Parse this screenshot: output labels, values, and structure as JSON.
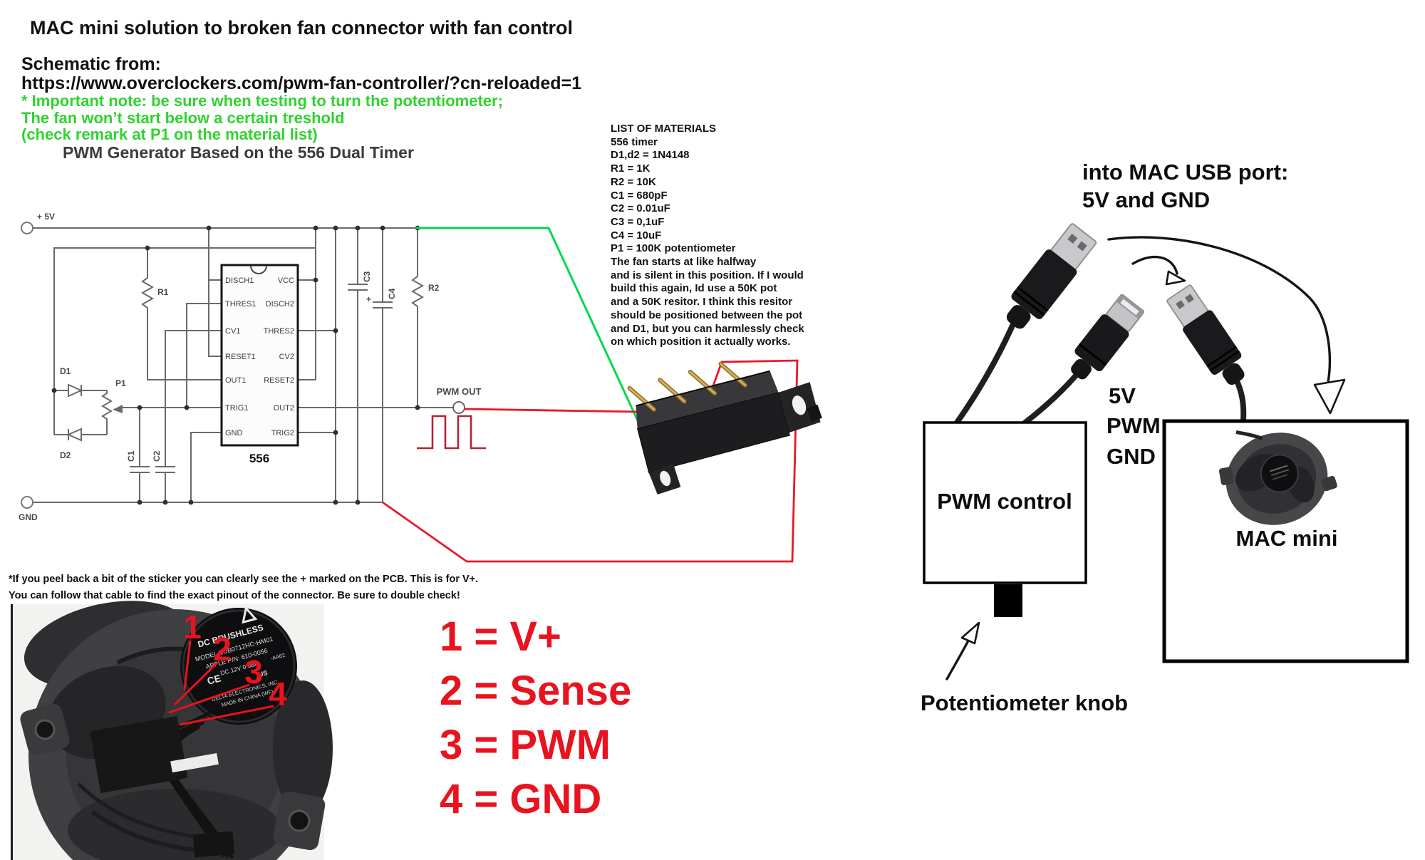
{
  "title": "MAC mini solution to broken fan connector with fan control",
  "source": {
    "label": "Schematic from:",
    "url": "https://www.overclockers.com/pwm-fan-controller/?cn-reloaded=1"
  },
  "note": {
    "color": "#2fd32f",
    "lines": [
      "* Important note: be sure when testing to turn the potentiometer;",
      "The fan won’t start below a certain treshold",
      "(check remark at P1 on the material list)"
    ]
  },
  "schematic": {
    "title": "PWM Generator Based on the 556 Dual Timer",
    "chip": {
      "name": "556",
      "left_pins": [
        "DISCH1",
        "THRES1",
        "CV1",
        "RESET1",
        "OUT1",
        "TRIG1",
        "GND"
      ],
      "right_pins": [
        "VCC",
        "DISCH2",
        "THRES2",
        "CV2",
        "RESET2",
        "OUT2",
        "TRIG2"
      ]
    },
    "labels": {
      "vcc": "+ 5V",
      "gnd": "GND",
      "r1": "R1",
      "r2": "R2",
      "c1": "C1",
      "c2": "C2",
      "c3": "C3",
      "c4": "C4",
      "d1": "D1",
      "d2": "D2",
      "p1": "P1",
      "plus": "+",
      "pwm_out": "PWM OUT"
    }
  },
  "materials": {
    "lines": [
      "LIST OF MATERIALS",
      "556 timer",
      "D1,d2 = 1N4148",
      "R1 = 1K",
      "R2 = 10K",
      "C1 = 680pF",
      "C2 = 0.01uF",
      "C3 = 0,1uF",
      "C4 = 10uF",
      "P1 = 100K potentiometer",
      "The fan starts at like halfway",
      "and is silent in this position. If I would",
      "build this again, Id use a 50K pot",
      "and a 50K resitor. I think this resitor",
      "should be positioned between the pot",
      "and D1, but you can harmlessly check",
      "on which position it actually works."
    ]
  },
  "usb_diagram": {
    "heading_line1": "into MAC USB port:",
    "heading_line2": "5V and GND",
    "signal_5v": "5V",
    "signal_pwm": "PWM",
    "signal_gnd": "GND",
    "pwm_box_label": "PWM control",
    "mac_box_label": "MAC mini",
    "knob_label": "Potentiometer knob"
  },
  "fan_photo": {
    "footnote_line1": "*If you peel back a bit of the sticker you can clearly see the + marked on the PCB. This is for V+.",
    "footnote_line2": "You can follow that cable to find the exact pinout of the connector. Be sure to double check!",
    "sticker": {
      "line1": "DC  BRUSHLESS",
      "line2": "MODEL BUB0712HC-HM01",
      "line3": "APPLE P/N: 610-0056",
      "line4": "DC 12V   0.68A",
      "line5": "DELTA ELECTRONICS, INC.",
      "line6": "MADE IN CHINA   (WF)",
      "ce": "CE",
      "us": "US",
      "aa": "-AA62"
    },
    "pin1": "1",
    "pin2": "2",
    "pin3": "3",
    "pin4": "4"
  },
  "legend": {
    "color": "#e8131f",
    "lines": [
      "1 = V+",
      "2 = Sense",
      "3 = PWM",
      "4 = GND"
    ]
  }
}
